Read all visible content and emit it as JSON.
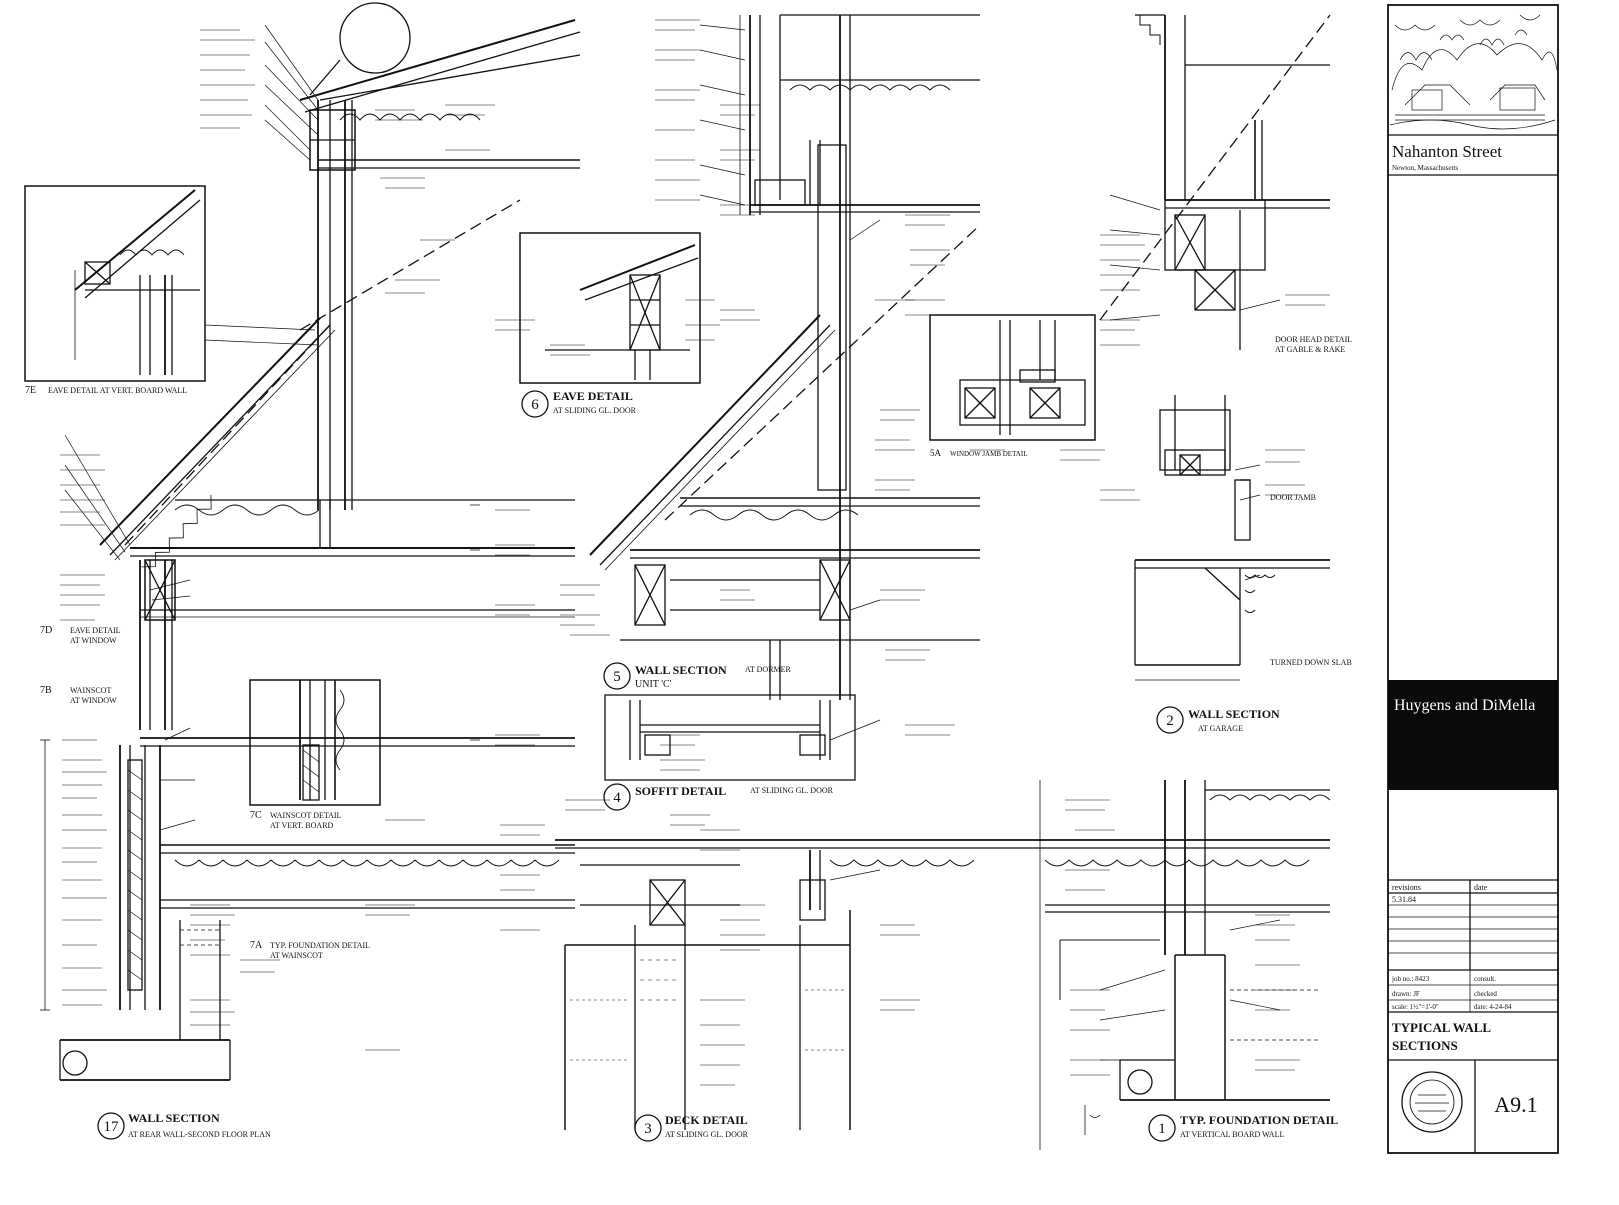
{
  "project": {
    "name": "Nahanton Street",
    "location": "Newton, Massachusetts"
  },
  "firm": {
    "name": "Huygens and DiMella",
    "subtitle": "Architects and Planners"
  },
  "title_block": {
    "revisions_label": "revisions",
    "date_label": "date",
    "revision_entry": "5.31.84",
    "job_label": "job no.: 8423",
    "drawn_label": "drawn: JF",
    "consult_label": "consult.",
    "checked_label": "checked",
    "scale_label": "scale: 1½\"=1'-0\"",
    "date_value": "date: 4-24-84",
    "sheet_title_line1": "TYPICAL WALL",
    "sheet_title_line2": "SECTIONS",
    "sheet_number": "A9.1"
  },
  "details": [
    {
      "id": "7E",
      "title": "EAVE DETAIL AT VERT. BOARD WALL"
    },
    {
      "id": "6",
      "title": "EAVE DETAIL",
      "subtitle": "AT SLIDING GL. DOOR"
    },
    {
      "id": "5",
      "title": "WALL SECTION",
      "subtitle": "AT DORMER",
      "unit": "UNIT 'C'"
    },
    {
      "id": "5A",
      "title": "WINDOW JAMB DETAIL"
    },
    {
      "id": "7D",
      "title": "EAVE DETAIL",
      "subtitle": "AT WINDOW"
    },
    {
      "id": "7B",
      "title": "WAINSCOT",
      "subtitle": "AT WINDOW"
    },
    {
      "id": "7C",
      "title": "WAINSCOT DETAIL",
      "subtitle": "AT VERT. BOARD"
    },
    {
      "id": "7A",
      "title": "TYP. FOUNDATION DETAIL",
      "subtitle": "AT WAINSCOT"
    },
    {
      "id": "4",
      "title": "SOFFIT DETAIL",
      "subtitle": "AT SLIDING GL. DOOR"
    },
    {
      "id": "2",
      "title": "WALL SECTION",
      "subtitle": "AT GARAGE"
    },
    {
      "id": "17",
      "title": "WALL SECTION",
      "subtitle": "AT REAR WALL-SECOND FLOOR PLAN"
    },
    {
      "id": "3",
      "title": "DECK DETAIL",
      "subtitle": "AT SLIDING GL. DOOR"
    },
    {
      "id": "1",
      "title": "TYP. FOUNDATION DETAIL",
      "subtitle": "AT VERTICAL BOARD WALL"
    }
  ],
  "notes": {
    "door_head": "DOOR HEAD DETAIL",
    "door_head_sub": "AT GABLE & RAKE",
    "door_jamb": "DOOR JAMB",
    "turned_down_slab": "TURNED DOWN SLAB"
  },
  "colors": {
    "ink": "#111111",
    "paper": "#ffffff",
    "firm_block": "#0a0a0a"
  }
}
